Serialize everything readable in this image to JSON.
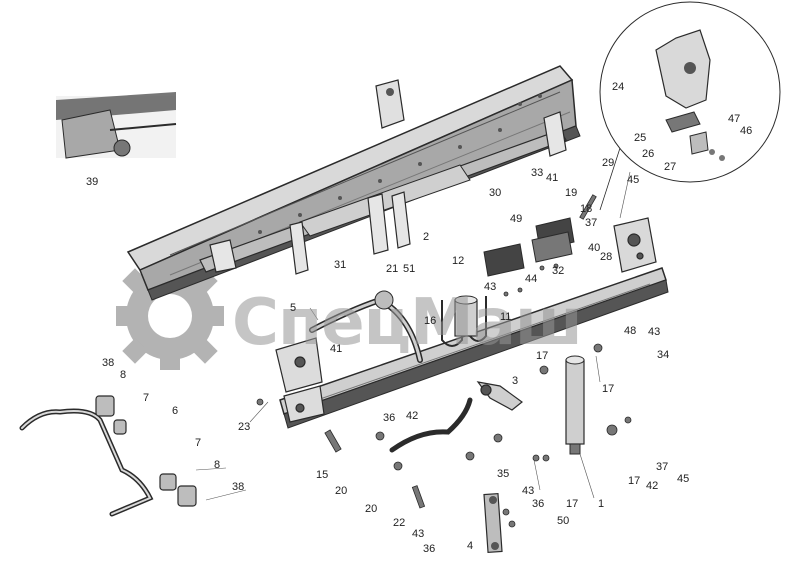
{
  "watermark": {
    "text": "СпецМаш",
    "color": "#9a9a9a"
  },
  "diagram": {
    "colors": {
      "line": "#2b2b2b",
      "metal_light": "#d9d9d9",
      "metal_mid": "#a8a8a8",
      "metal_dark": "#555555"
    },
    "callouts": {
      "c24": "24",
      "c47": "47",
      "c46": "46",
      "c25": "25",
      "c26": "26",
      "c27": "27",
      "c29": "29",
      "c45a": "45",
      "c19": "19",
      "c18": "18",
      "c37a": "37",
      "c40": "40",
      "c28": "28",
      "c33": "33",
      "c41a": "41",
      "c49": "49",
      "c30": "30",
      "c2": "2",
      "c39": "39",
      "c31": "31",
      "c21": "21",
      "c51": "51",
      "c12": "12",
      "c44": "44",
      "c32": "32",
      "c43a": "43",
      "c16": "16",
      "c11": "11",
      "c48": "48",
      "c43b": "43",
      "c34": "34",
      "c5": "5",
      "c41b": "41",
      "c38a": "38",
      "c8a": "8",
      "c7a": "7",
      "c6": "6",
      "c23": "23",
      "c36a": "36",
      "c42a": "42",
      "c3": "3",
      "c17a": "17",
      "c17b": "17",
      "c7b": "7",
      "c8b": "8",
      "c38b": "38",
      "c15": "15",
      "c20a": "20",
      "c20b": "20",
      "c35": "35",
      "c43c": "43",
      "c36b": "36",
      "c17c": "17",
      "c1": "1",
      "c50": "50",
      "c22": "22",
      "c43d": "43",
      "c36c": "36",
      "c4": "4",
      "c17d": "17",
      "c42b": "42",
      "c37b": "37",
      "c45b": "45"
    }
  }
}
